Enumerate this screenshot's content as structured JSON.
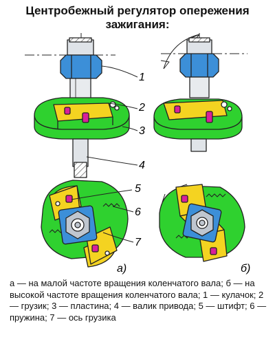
{
  "title": {
    "line1": "Центробежный регулятор опережения",
    "line2": "зажигания:"
  },
  "callouts": [
    "1",
    "2",
    "3",
    "4",
    "5",
    "6",
    "7"
  ],
  "panel_labels": {
    "a": "а)",
    "b": "б)"
  },
  "caption": "а — на малой частоте вращения коленчатого вала; б — на высокой частоте вращения коленчатого вала; 1 — кулачок; 2 — грузик; 3 — пластина; 4 — валик привода; 5 — штифт; 6 — пружина; 7 — ось грузика",
  "colors": {
    "green": "#2fd12f",
    "yellow": "#f4d321",
    "blue": "#3c8fd8",
    "grey": "#bfc6cf",
    "magenta": "#d9209a",
    "outline": "#222222"
  }
}
